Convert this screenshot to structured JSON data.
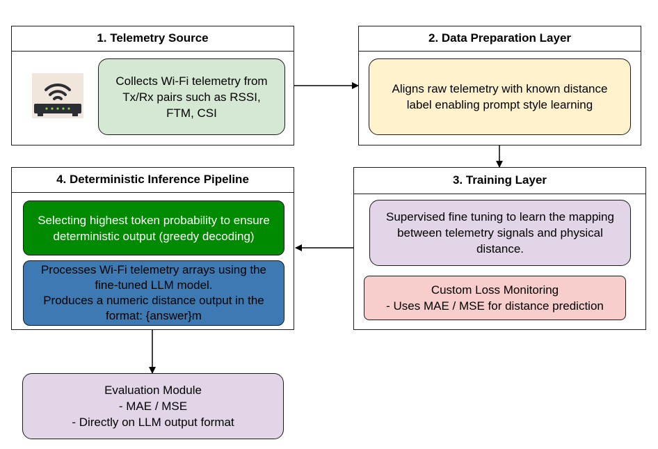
{
  "panels": {
    "telemetry_source": {
      "title": "1. Telemetry Source",
      "router_icon": "wifi-router-icon",
      "collect_box": "Collects Wi-Fi telemetry from\nTx/Rx pairs such as RSSI,\nFTM, CSI"
    },
    "data_preparation": {
      "title": "2. Data Preparation Layer",
      "align_box": "Aligns raw telemetry with known distance\nlabel enabling prompt style learning"
    },
    "training": {
      "title": "3. Training Layer",
      "finetune_box": "Supervised fine tuning to learn the mapping\nbetween telemetry signals and physical\ndistance.",
      "loss_box": "Custom Loss Monitoring\n- Uses MAE / MSE for distance prediction"
    },
    "inference": {
      "title": "4. Deterministic Inference Pipeline",
      "greedy_box": "Selecting highest token probability to ensure\ndeterministic output (greedy decoding)",
      "process_box": "Processes Wi-Fi telemetry arrays using the\nfine-tuned LLM model.\nProduces a numeric distance output in the\nformat: {answer}m"
    }
  },
  "evaluation_box": "Evaluation Module\n- MAE / MSE\n- Directly on LLM output format",
  "colors": {
    "green_light": "#d5e8d4",
    "yellow_light": "#fff2cc",
    "purple_light": "#e1d5e7",
    "red_light": "#f8cecc",
    "green_dark": "#008a00",
    "blue_dark": "#3d7ab3",
    "router_body": "#2b2f33",
    "router_bg": "#f0e6dc"
  }
}
